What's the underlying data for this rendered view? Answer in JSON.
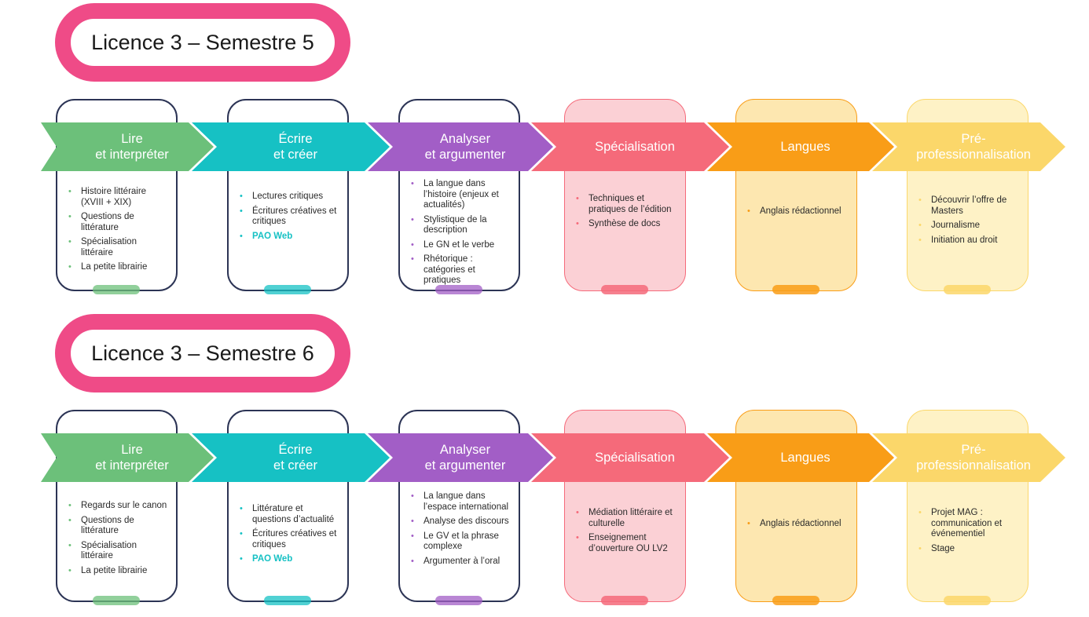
{
  "colors": {
    "pink": "#ef4b87",
    "green": "#6cc07a",
    "teal": "#16c1c4",
    "purple": "#a25ec6",
    "coral": "#f56a7a",
    "orange": "#f99d17",
    "yellow": "#fbd76a",
    "dark": "#2c3455"
  },
  "sem5": {
    "title": "Licence 3 – Semestre 5",
    "col1": {
      "label": "Lire\net interpréter",
      "items": [
        "Histoire littéraire (XVIII + XIX)",
        "Questions de littérature",
        "Spécialisation littéraire",
        "La petite librairie"
      ]
    },
    "col2": {
      "label": "Écrire\net créer",
      "items": [
        "Lectures critiques",
        "Écritures créatives et critiques",
        "PAO Web"
      ]
    },
    "col3": {
      "label": "Analyser\net argumenter",
      "items": [
        "La langue dans l’histoire (enjeux et actualités)",
        "Stylistique de la description",
        "Le GN et le verbe",
        "Rhétorique : catégories et pratiques"
      ]
    },
    "col4": {
      "label": "Spécialisation",
      "items": [
        "Techniques et pratiques de l’édition",
        "Synthèse de docs"
      ]
    },
    "col5": {
      "label": "Langues",
      "items": [
        "Anglais rédactionnel"
      ]
    },
    "col6": {
      "label": "Pré-\nprofessionnalisation",
      "items": [
        "Découvrir l’offre de Masters",
        "Journalisme",
        "Initiation au droit"
      ]
    }
  },
  "sem6": {
    "title": "Licence 3 – Semestre 6",
    "col1": {
      "label": "Lire\net interpréter",
      "items": [
        "Regards sur le canon",
        "Questions de littérature",
        "Spécialisation littéraire",
        "La petite librairie"
      ]
    },
    "col2": {
      "label": "Écrire\net créer",
      "items": [
        "Littérature et questions d’actualité",
        "Écritures créatives et critiques",
        "PAO Web"
      ]
    },
    "col3": {
      "label": "Analyser\net argumenter",
      "items": [
        "La langue dans l’espace international",
        "Analyse des discours",
        "Le GV et la phrase complexe",
        "Argumenter à l’oral"
      ]
    },
    "col4": {
      "label": "Spécialisation",
      "items": [
        "Médiation littéraire et culturelle",
        "Enseignement d’ouverture OU LV2"
      ]
    },
    "col5": {
      "label": "Langues",
      "items": [
        "Anglais rédactionnel"
      ]
    },
    "col6": {
      "label": "Pré-\nprofessionnalisation",
      "items": [
        "Projet MAG : communication et événementiel",
        "Stage"
      ]
    }
  }
}
